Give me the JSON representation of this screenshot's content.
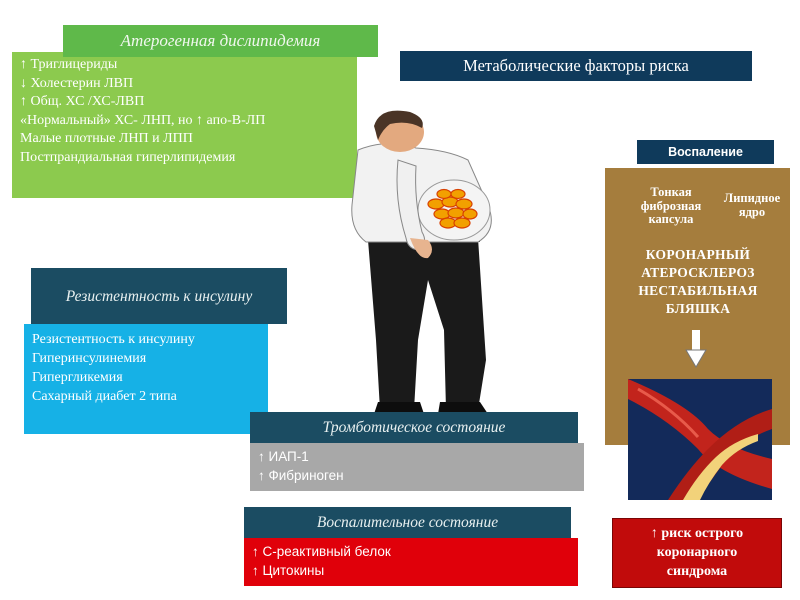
{
  "dyslipidemia": {
    "title": "Атерогенная дислипидемия",
    "items": [
      "↑ Триглицериды",
      "↓ Холестерин ЛВП",
      "↑ Общ. ХС /ХС-ЛВП",
      "«Нормальный» ХС- ЛНП, но ↑ апо-В-ЛП",
      "Малые плотные ЛНП и ЛПП",
      "Постпрандиальная гиперлипидемия"
    ]
  },
  "metabolic_title": "Метаболические факторы риска",
  "inflammation_tag": "Воспаление",
  "plaque": {
    "cap_label": "Тонкая фиброзная капсула",
    "core_label": "Липидное ядро",
    "lines": [
      "КОРОНАРНЫЙ",
      "АТЕРОСКЛЕРОЗ",
      "НЕСТАБИЛЬНАЯ",
      "БЛЯШКА"
    ]
  },
  "insulin": {
    "title": "Резистентность к инсулину",
    "items": [
      "Резистентность к инсулину",
      "Гиперинсулинемия",
      "Гипергликемия",
      "Сахарный диабет 2 типа"
    ]
  },
  "thrombotic": {
    "title": "Тромботическое состояние",
    "items": [
      "↑ ИАП-1",
      "↑ Фибриноген"
    ]
  },
  "inflammatory": {
    "title": "Воспалительное состояние",
    "items": [
      "↑ С-реактивный белок",
      "↑ Цитокины"
    ]
  },
  "risk": {
    "lines": [
      "↑ риск острого",
      "коронарного",
      "синдрома"
    ]
  },
  "colors": {
    "green_header": "#5fb94a",
    "green_body": "#8cca4e",
    "navy": "#0f3a5b",
    "teal_header": "#1b4c62",
    "cyan_body": "#16b1e6",
    "gray_body": "#a8a8a8",
    "red_body": "#e0000a",
    "brown_panel": "#a57d3d",
    "risk_red": "#c10b0b"
  }
}
